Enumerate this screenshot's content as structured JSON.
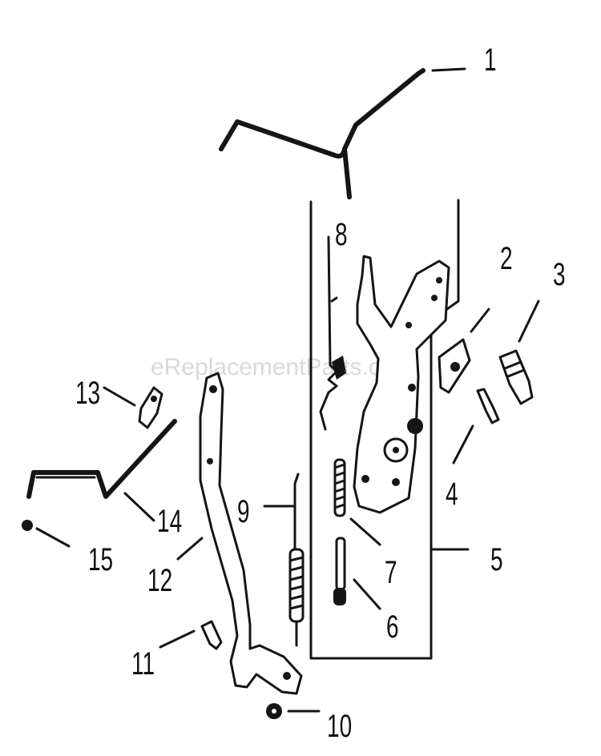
{
  "watermark": "eReplacementParts.com",
  "callouts": [
    {
      "id": "c1",
      "text": "1"
    },
    {
      "id": "c2",
      "text": "2"
    },
    {
      "id": "c3",
      "text": "3"
    },
    {
      "id": "c4",
      "text": "4"
    },
    {
      "id": "c5",
      "text": "5"
    },
    {
      "id": "c6",
      "text": "6"
    },
    {
      "id": "c7",
      "text": "7"
    },
    {
      "id": "c8",
      "text": "8"
    },
    {
      "id": "c9",
      "text": "9"
    },
    {
      "id": "c10",
      "text": "10"
    },
    {
      "id": "c11",
      "text": "11"
    },
    {
      "id": "c12",
      "text": "12"
    },
    {
      "id": "c13",
      "text": "13"
    },
    {
      "id": "c14",
      "text": "14"
    },
    {
      "id": "c15",
      "text": "15"
    }
  ]
}
